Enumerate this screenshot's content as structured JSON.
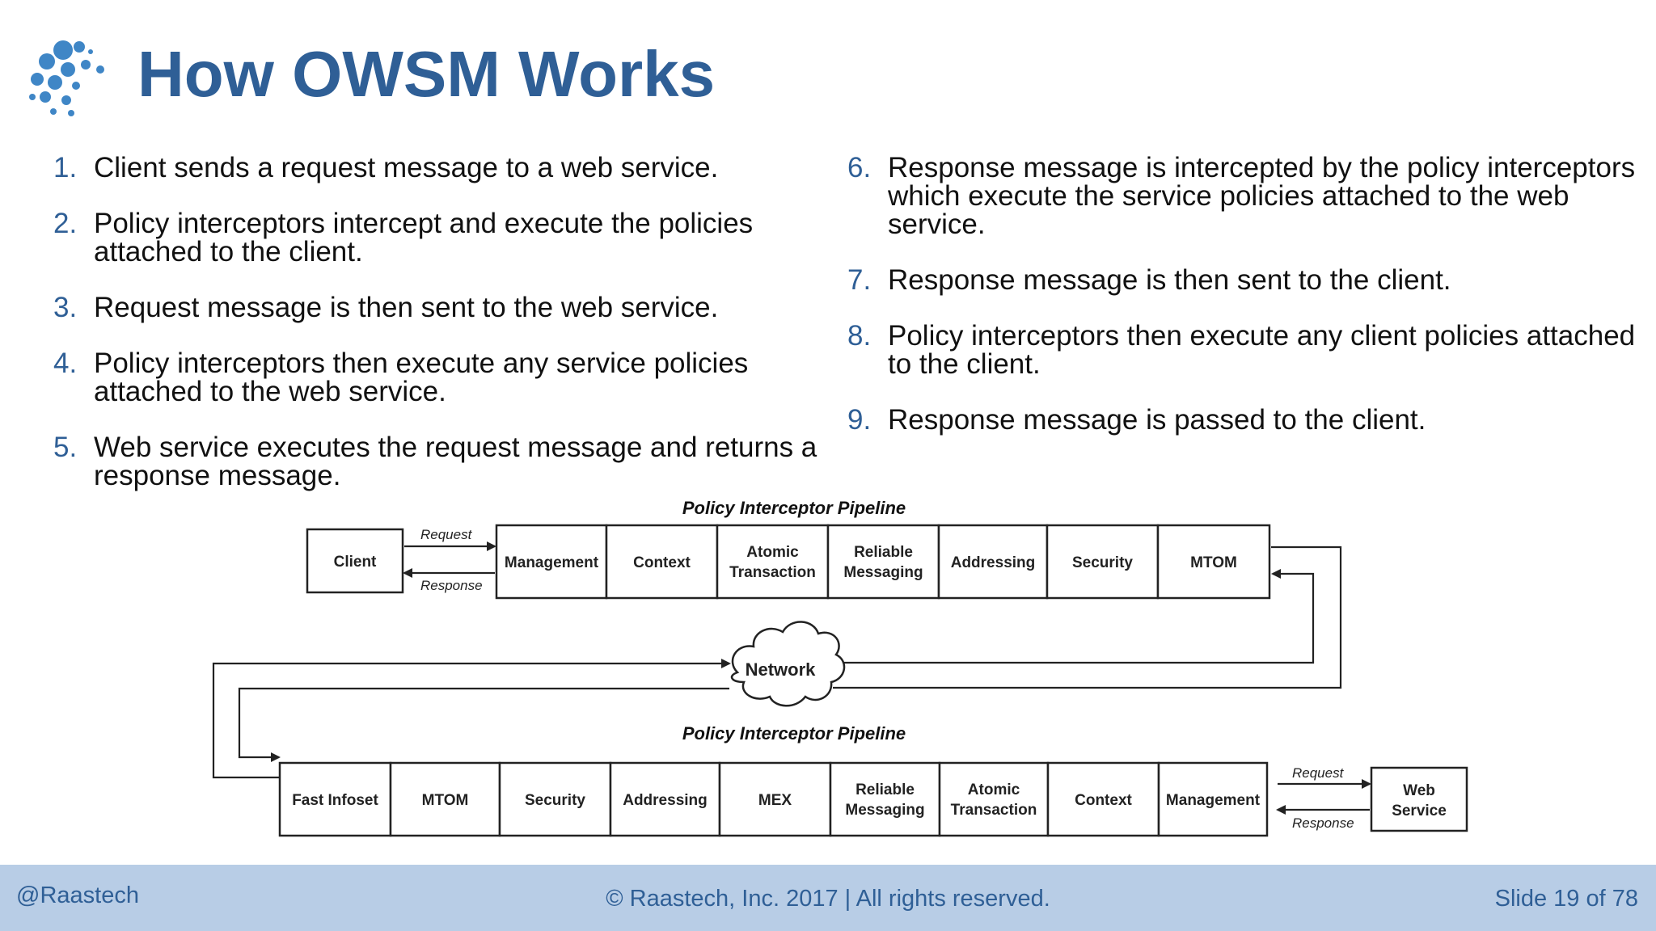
{
  "slide": {
    "title": "How OWSM Works",
    "steps_left": [
      {
        "num": "1.",
        "text": "Client sends a request message to a web service."
      },
      {
        "num": "2.",
        "text": "Policy interceptors intercept and execute the policies attached to the client."
      },
      {
        "num": "3.",
        "text": "Request message is then sent to the web service."
      },
      {
        "num": "4.",
        "text": "Policy interceptors then execute any service policies attached to the web service."
      },
      {
        "num": "5.",
        "text": "Web service executes the request message and returns a response message."
      }
    ],
    "steps_right": [
      {
        "num": "6.",
        "text": "Response message is intercepted by the policy interceptors which execute the service policies attached to the web service."
      },
      {
        "num": "7.",
        "text": "Response message is then sent to the client."
      },
      {
        "num": "8.",
        "text": "Policy interceptors then execute any client policies attached to the client."
      },
      {
        "num": "9.",
        "text": "Response message is passed to the client."
      }
    ]
  },
  "diagram": {
    "top_pipeline_label": "Policy Interceptor Pipeline",
    "bottom_pipeline_label": "Policy Interceptor Pipeline",
    "client_label": "Client",
    "web_service_label": [
      "Web",
      "Service"
    ],
    "network_label": "Network",
    "request_label": "Request",
    "response_label": "Response",
    "top_pipeline": [
      [
        "Management"
      ],
      [
        "Context"
      ],
      [
        "Atomic",
        "Transaction"
      ],
      [
        "Reliable",
        "Messaging"
      ],
      [
        "Addressing"
      ],
      [
        "Security"
      ],
      [
        "MTOM"
      ]
    ],
    "bottom_pipeline": [
      [
        "Fast Infoset"
      ],
      [
        "MTOM"
      ],
      [
        "Security"
      ],
      [
        "Addressing"
      ],
      [
        "MEX"
      ],
      [
        "Reliable",
        "Messaging"
      ],
      [
        "Atomic",
        "Transaction"
      ],
      [
        "Context"
      ],
      [
        "Management"
      ]
    ]
  },
  "footer": {
    "handle": "@Raastech",
    "copyright": "© Raastech, Inc. 2017  |  All rights reserved.",
    "slide_number": "Slide 19 of 78"
  },
  "colors": {
    "title": "#2f5f96",
    "footer_bg": "#b8cde6",
    "logo_blue": "#3f86c6"
  }
}
